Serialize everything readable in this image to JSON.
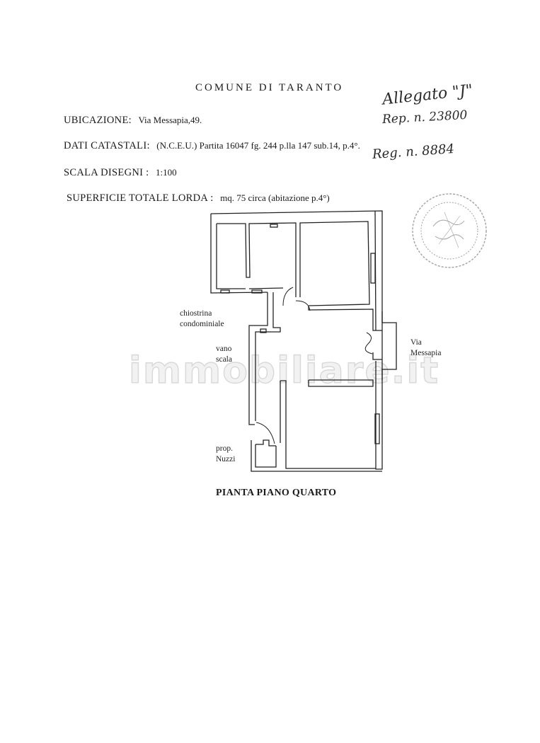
{
  "header": {
    "title": "COMUNE DI TARANTO"
  },
  "fields": {
    "ubicazione": {
      "label": "UBICAZIONE:",
      "value": "Via Messapia,49."
    },
    "dati_catastali": {
      "label": "DATI CATASTALI:",
      "value": "(N.C.E.U.)  Partita 16047  fg. 244  p.lla 147 sub.14, p.4°."
    },
    "scala": {
      "label": "SCALA DISEGNI :",
      "value": "1:100"
    },
    "superficie": {
      "label": "SUPERFICIE TOTALE LORDA :",
      "value": "mq.  75 circa  (abitazione p.4°)"
    }
  },
  "handwritten": {
    "line1": "Allegato \"J\"",
    "line2": "Rep. n. 23800",
    "line3": "Reg. n. 8884"
  },
  "stamp": {
    "description": "circular official stamp"
  },
  "plan": {
    "labels": {
      "chiostrina": [
        "chiostrina",
        "condominiale"
      ],
      "vano_scala": [
        "vano",
        "scala"
      ],
      "via": [
        "Via",
        "Messapia"
      ],
      "prop": [
        "prop.",
        "Nuzzi"
      ]
    },
    "caption": "PIANTA PIANO QUARTO"
  },
  "watermark": "immobiliare.it"
}
